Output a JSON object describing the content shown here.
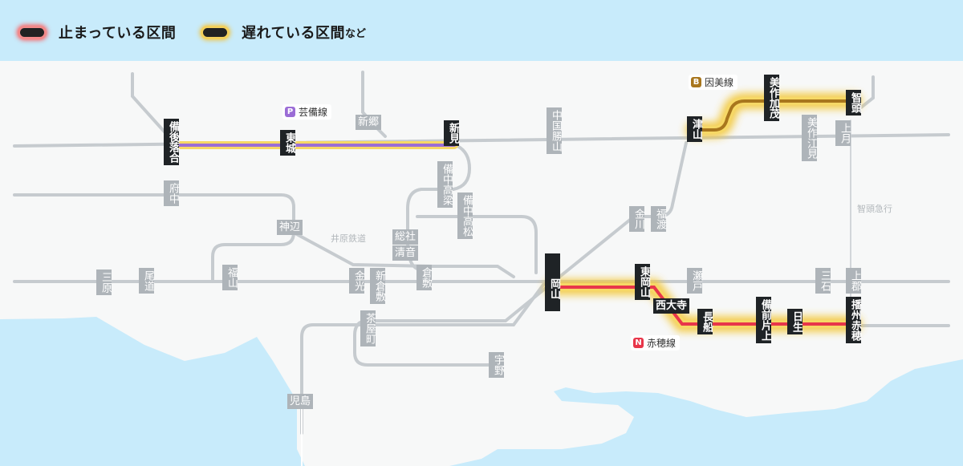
{
  "legend": {
    "stopped": "止まっている区間",
    "delayed": "遅れている区間",
    "delayed_suffix": "など"
  },
  "colors": {
    "sea": "#c8ebfb",
    "land": "#f7f8f8",
    "track": "#c6cbcf",
    "station_bg": "#aeb4b9",
    "station_highlight_bg": "#1f2326",
    "stopped_line": "#e8364a",
    "delayed_glow": "#f3c83a",
    "geibi_line": "#9b6dd6",
    "inbi_line": "#a8761d",
    "ako_badge": "#e8364a"
  },
  "line_labels": {
    "geibi": {
      "badge": "P",
      "name": "芸備線"
    },
    "inbi": {
      "badge": "B",
      "name": "因美線"
    },
    "ako": {
      "badge": "N",
      "name": "赤穂線"
    },
    "ibara": "井原鉄道",
    "chizu": "智頭急行"
  },
  "stations": {
    "bingo_ochiai": "備後落合",
    "tojo": "東城",
    "niimi": "新見",
    "shingo": "新郷",
    "chugoku_katsuyama": "中国勝山",
    "tsuyama": "津山",
    "mimasaka_kamo": "美作加茂",
    "chizu": "智頭",
    "mimasaka_ezu": "美作江見",
    "kamitsuki": "上月",
    "fuchu": "府中",
    "bitchu_takahashi": "備中高梁",
    "bitchu_takamatsu": "備中高松",
    "kannabe": "神辺",
    "soja": "総社",
    "kiyone": "清音",
    "kanagawa": "金川",
    "fukuwatari": "福渡",
    "mihara": "三原",
    "onomichi": "尾道",
    "fukuyama": "福山",
    "kamogata": "金光",
    "shinkurashiki": "新倉敷",
    "kurashiki": "倉敷",
    "okayama": "岡山",
    "higashi_okayama": "東岡山",
    "seto": "瀬戸",
    "mitsuishi": "三石",
    "kamigori": "上郡",
    "saidaiji": "西大寺",
    "osafune": "長船",
    "bizen_katakami": "備前片上",
    "hinase": "日生",
    "banshu_ako": "播州赤穂",
    "chayamachi": "茶屋町",
    "uno": "宇野",
    "kojima": "児島"
  }
}
